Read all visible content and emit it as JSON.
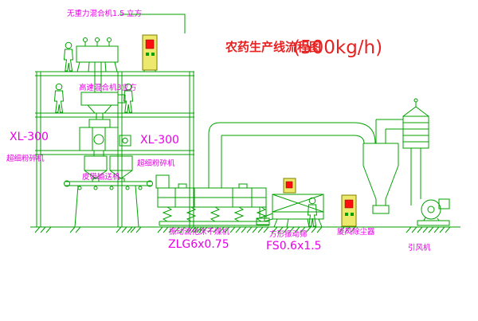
{
  "title": {
    "main": "农药生产线流程图",
    "capacity": "(500kg/h)"
  },
  "labels": {
    "gravity_mixer": "无重力混合机1.5 立方",
    "high_speed_mixer": "高速混合机3立方",
    "crusher_left_model": "XL-300",
    "crusher_left_name": "超细粉碎机",
    "crusher_center_model": "XL-300",
    "crusher_center_name": "超细粉碎机",
    "belt_conveyor": "皮带输送机",
    "dryer_name": "振动流化床干燥机",
    "dryer_model": "ZLG6x0.75",
    "screen_name": "方形振动筛",
    "screen_model": "FS0.6x1.5",
    "cyclone": "旋风除尘器",
    "fan": "引风机"
  },
  "colors": {
    "line_green": "#00A000",
    "label_magenta": "#E800E8",
    "title_red": "#E82020",
    "panel_yellow": "#EDE96D",
    "panel_border": "#7F7F00",
    "button_red": "#FF1010"
  }
}
